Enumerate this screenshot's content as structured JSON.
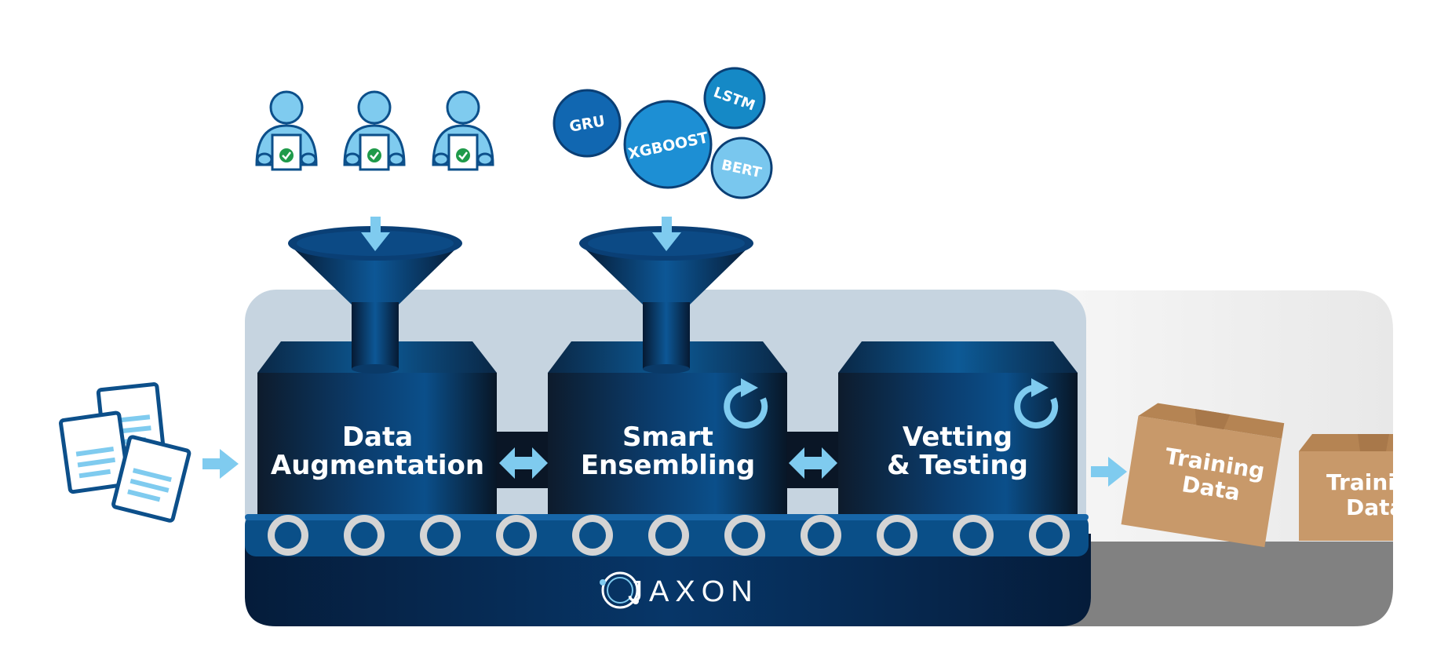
{
  "stages": [
    {
      "line1": "Data",
      "line2": "Augmentation"
    },
    {
      "line1": "Smart",
      "line2": "Ensembling"
    },
    {
      "line1": "Vetting",
      "line2": "& Testing"
    }
  ],
  "models": [
    "GRU",
    "XGBOOST",
    "LSTM",
    "BERT"
  ],
  "output_box": {
    "line1": "Training",
    "line2": "Data"
  },
  "output_box_2": {
    "line1": "Training",
    "line2": "Data"
  },
  "logo": "JAXON",
  "colors": {
    "light_blue": "#7fcbef",
    "dark_navy": "#0a1f3d",
    "belt_blue": "#0a4f88",
    "box_tan": "#c8996a",
    "panel_blue": "#c5d3df",
    "panel_gray": "#f0f0f0"
  }
}
